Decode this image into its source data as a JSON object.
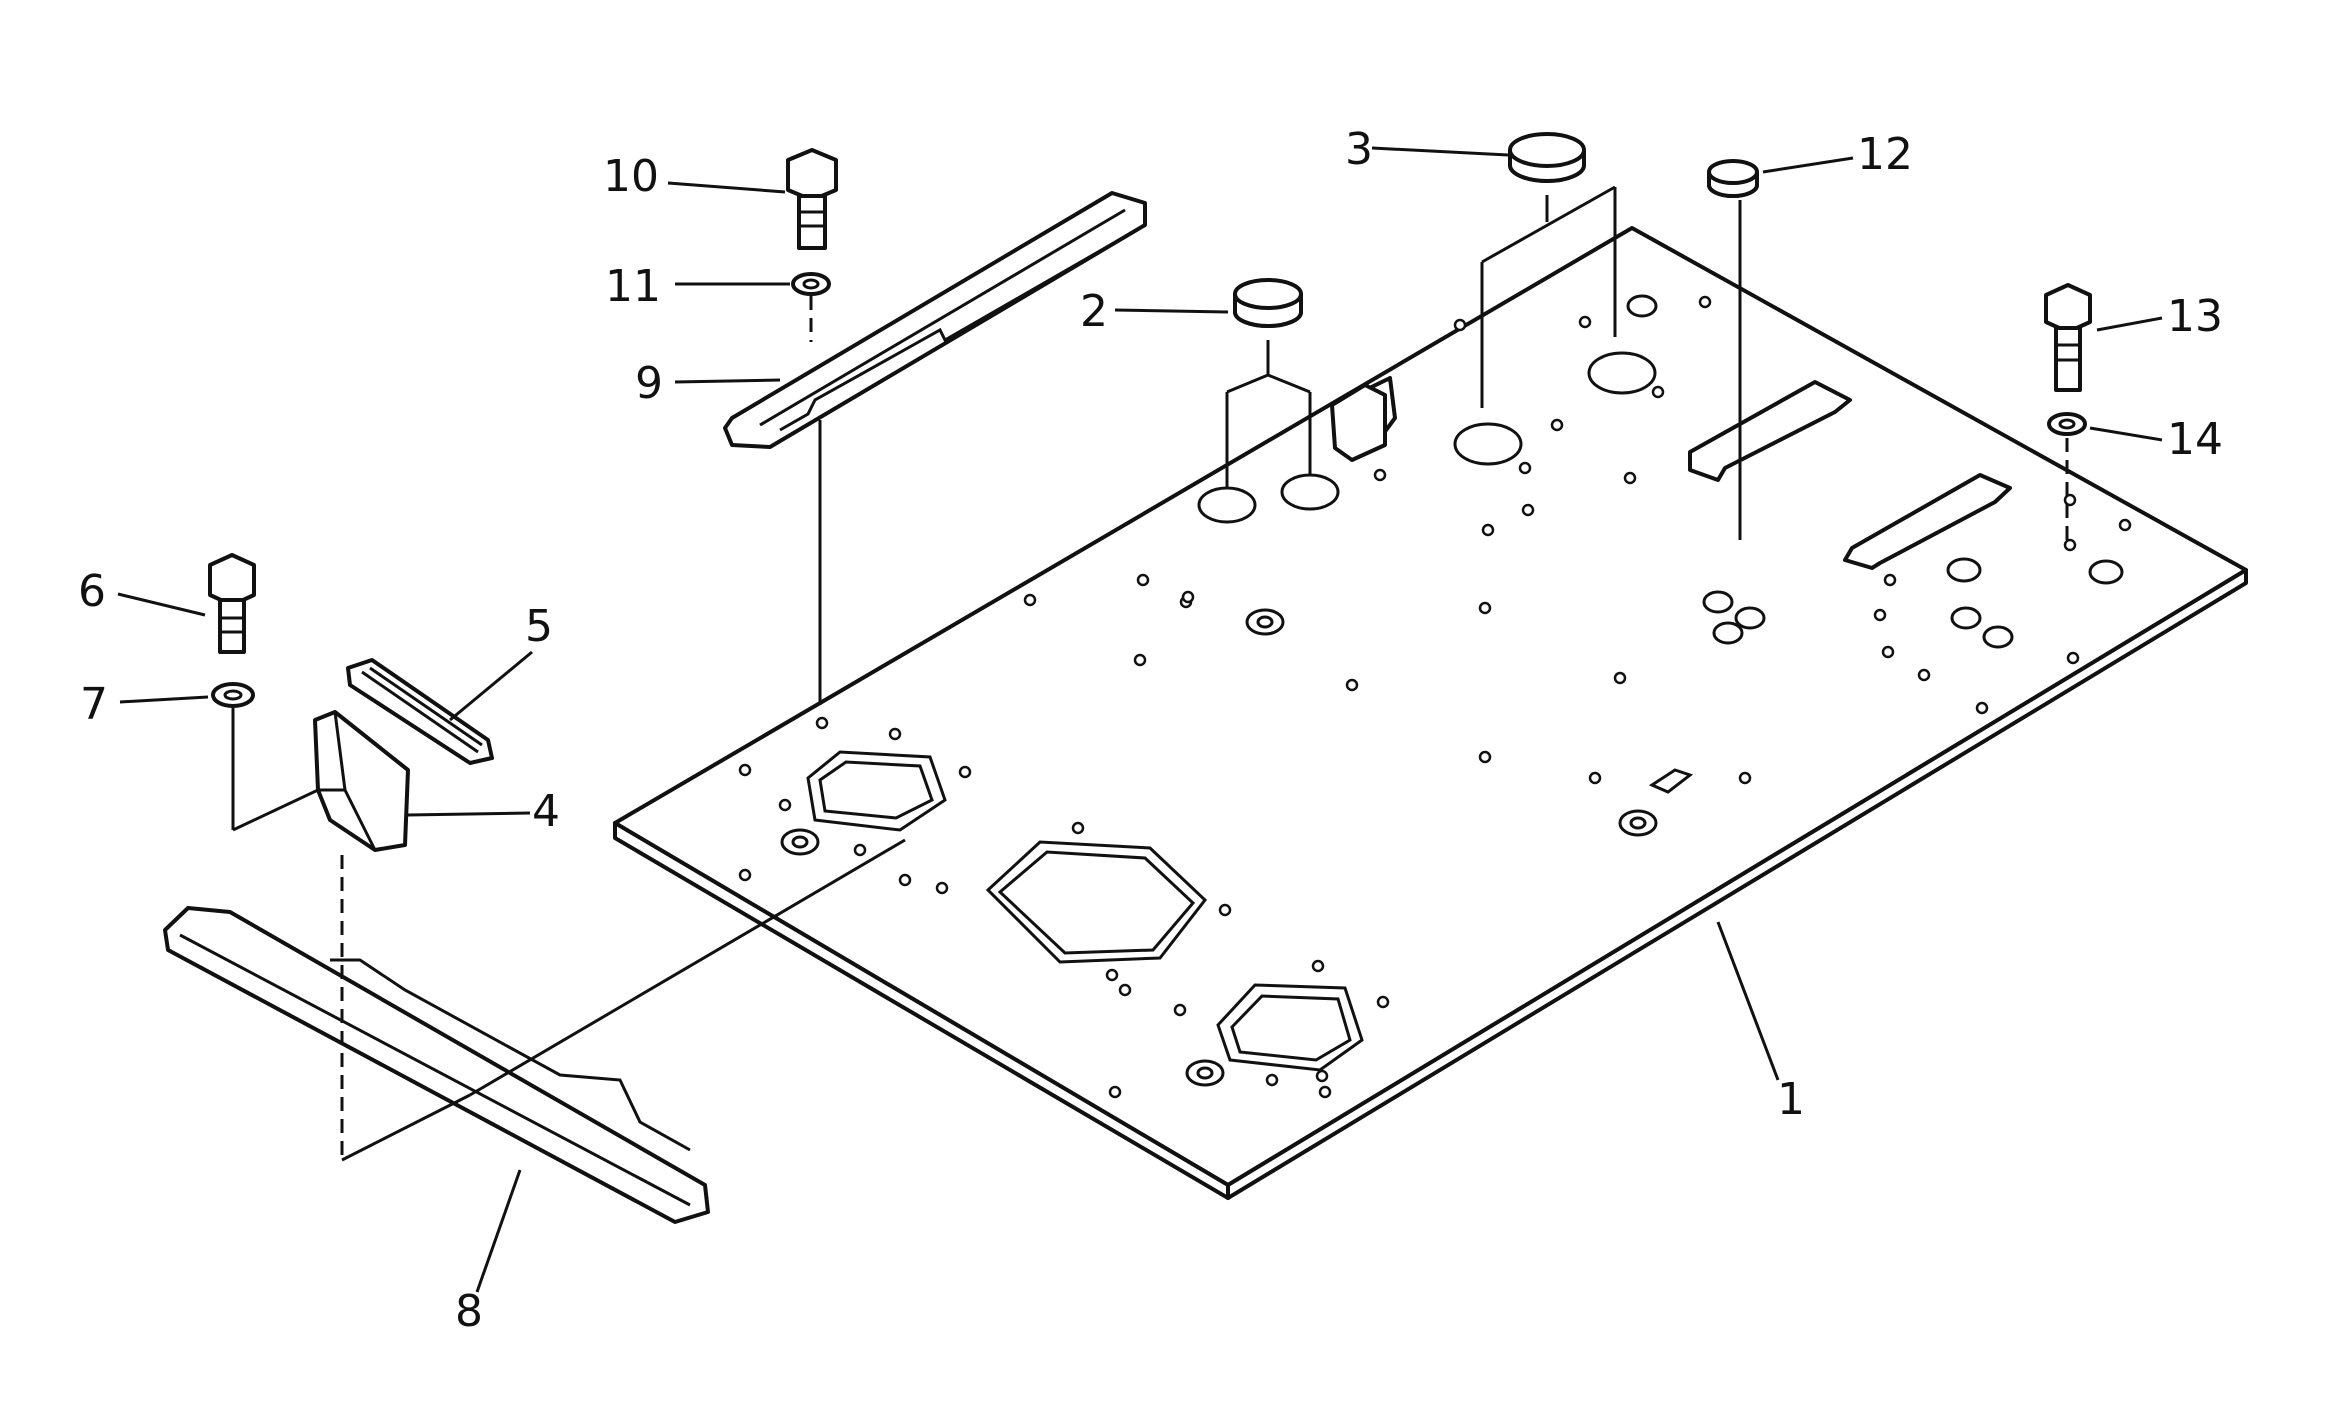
{
  "diagram": {
    "callouts": [
      {
        "id": "1",
        "text": "1"
      },
      {
        "id": "2",
        "text": "2"
      },
      {
        "id": "3",
        "text": "3"
      },
      {
        "id": "4",
        "text": "4"
      },
      {
        "id": "5",
        "text": "5"
      },
      {
        "id": "6",
        "text": "6"
      },
      {
        "id": "7",
        "text": "7"
      },
      {
        "id": "8",
        "text": "8"
      },
      {
        "id": "9",
        "text": "9"
      },
      {
        "id": "10",
        "text": "10"
      },
      {
        "id": "11",
        "text": "11"
      },
      {
        "id": "12",
        "text": "12"
      },
      {
        "id": "13",
        "text": "13"
      },
      {
        "id": "14",
        "text": "14"
      }
    ],
    "colors": {
      "line": "#111111",
      "background": "#ffffff"
    }
  }
}
